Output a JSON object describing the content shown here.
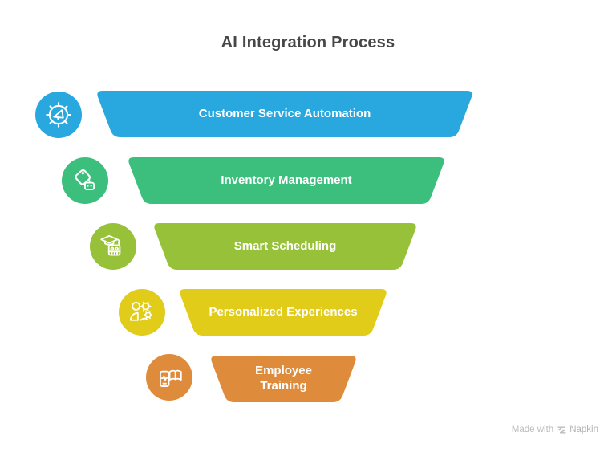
{
  "title": "AI Integration Process",
  "colors": {
    "title_text": "#474747",
    "bar_text": "#FFFFFF",
    "watermark_text": "#BCBCBC"
  },
  "funnel": {
    "type": "funnel",
    "levels": [
      {
        "label": "Customer Service Automation",
        "color": "#29A8DF",
        "icon": "gear-megaphone-icon"
      },
      {
        "label": "Inventory Management",
        "color": "#3CBF7D",
        "icon": "price-tag-robot-icon"
      },
      {
        "label": "Smart Scheduling",
        "color": "#98C13A",
        "icon": "graduation-cap-robot-icon"
      },
      {
        "label": "Personalized Experiences",
        "color": "#E1CC1A",
        "icon": "person-gears-icon"
      },
      {
        "label": "Employee Training",
        "color": "#DF8B3C",
        "icon": "phone-book-icon"
      }
    ]
  },
  "watermark": {
    "prefix": "Made with",
    "brand": "Napkin"
  }
}
